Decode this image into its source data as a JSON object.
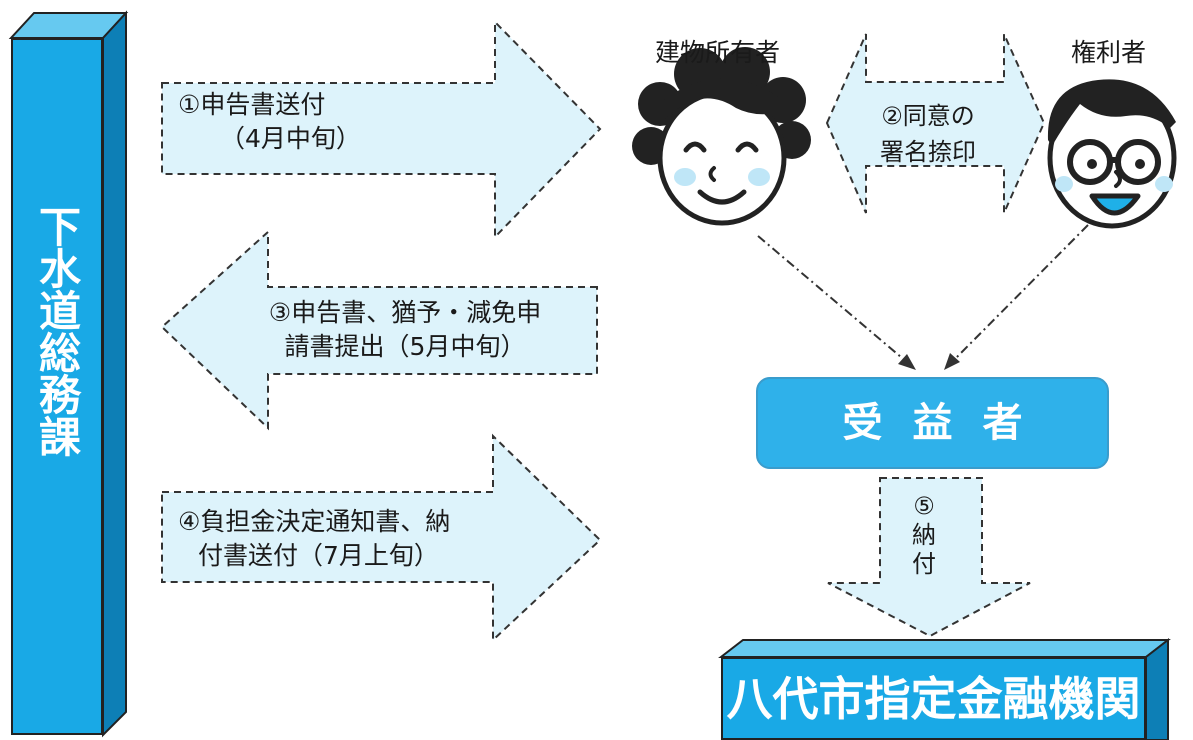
{
  "department": "下水道総務課",
  "arrow1": {
    "line1": "①申告書送付",
    "line2": "（4月中旬）"
  },
  "arrow3": {
    "line1": "③申告書、猶予・減免申",
    "line2": "請書提出（5月中旬）"
  },
  "arrow4": {
    "line1": "④負担金決定通知書、納",
    "line2": "付書送付（7月上旬）"
  },
  "owner_label": "建物所有者",
  "rights_holder_label": "権利者",
  "consent": {
    "line1": "②同意の",
    "line2": "署名捺印"
  },
  "beneficiary": "受益者",
  "payment": {
    "line1": "⑤",
    "line2": "納",
    "line3": "付"
  },
  "bank": "八代市指定金融機関",
  "colors": {
    "blue": "#19a9e6",
    "arrow_fill": "#ddf3fb",
    "skin_highlight": "#bfe6f7",
    "mouth": "#1fb0e8"
  },
  "icons": {
    "owner": "woman-face-icon",
    "rights_holder": "man-with-glasses-face-icon"
  }
}
